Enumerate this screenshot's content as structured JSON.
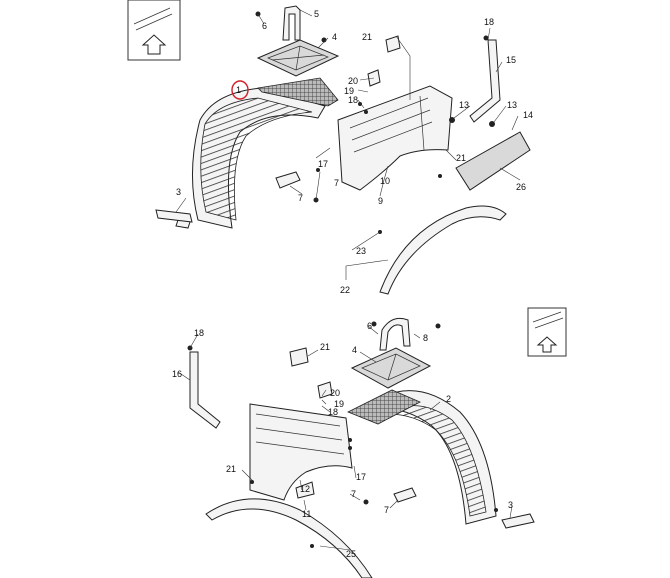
{
  "callouts_top": [
    "1",
    "3",
    "4",
    "5",
    "6",
    "7",
    "7",
    "9",
    "10",
    "13",
    "13",
    "14",
    "15",
    "17",
    "18",
    "18",
    "19",
    "20",
    "21",
    "21",
    "22",
    "23",
    "26"
  ],
  "callouts_bottom": [
    "2",
    "3",
    "4",
    "6",
    "7",
    "7",
    "8",
    "11",
    "12",
    "16",
    "17",
    "18",
    "18",
    "19",
    "20",
    "21",
    "21",
    "25"
  ],
  "highlighted_part": "1",
  "orientation_icons": [
    "arrow-up-icon",
    "arrow-up-icon"
  ]
}
